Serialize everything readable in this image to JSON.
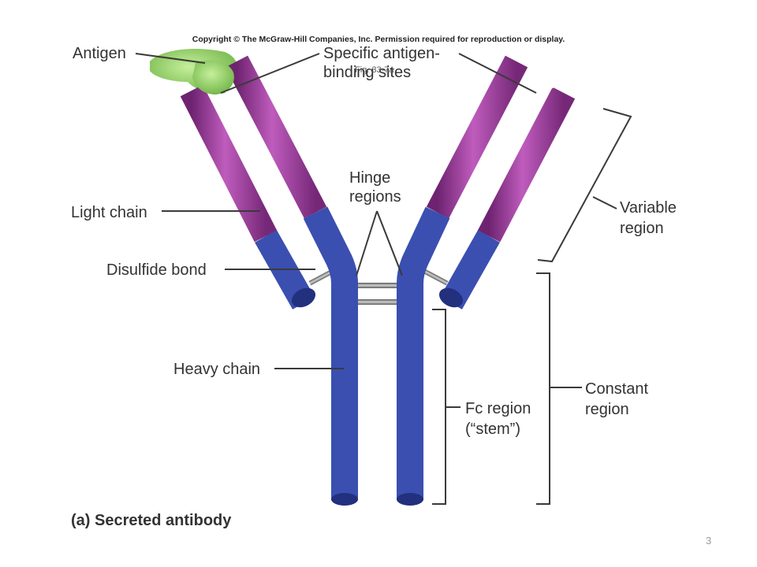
{
  "copyright": "Copyright © The McGraw-Hill Companies, Inc. Permission required for reproduction or display.",
  "figure_ref": "Fig. 33-7a",
  "caption": "(a) Secreted antibody",
  "page_number": "3",
  "labels": {
    "antigen": "Antigen",
    "binding_sites_1": "Specific antigen-",
    "binding_sites_2": "binding sites",
    "hinge_1": "Hinge",
    "hinge_2": "regions",
    "light_chain": "Light chain",
    "variable_1": "Variable",
    "variable_2": "region",
    "disulfide": "Disulfide bond",
    "heavy_chain": "Heavy chain",
    "constant_1": "Constant",
    "constant_2": "region",
    "fc_1": "Fc region",
    "fc_2": "(“stem”)"
  },
  "colors": {
    "variable": "#9b3c9a",
    "constant": "#3a4fb0",
    "antigen": "#8fd06a",
    "bond": "#7a7a7a"
  }
}
